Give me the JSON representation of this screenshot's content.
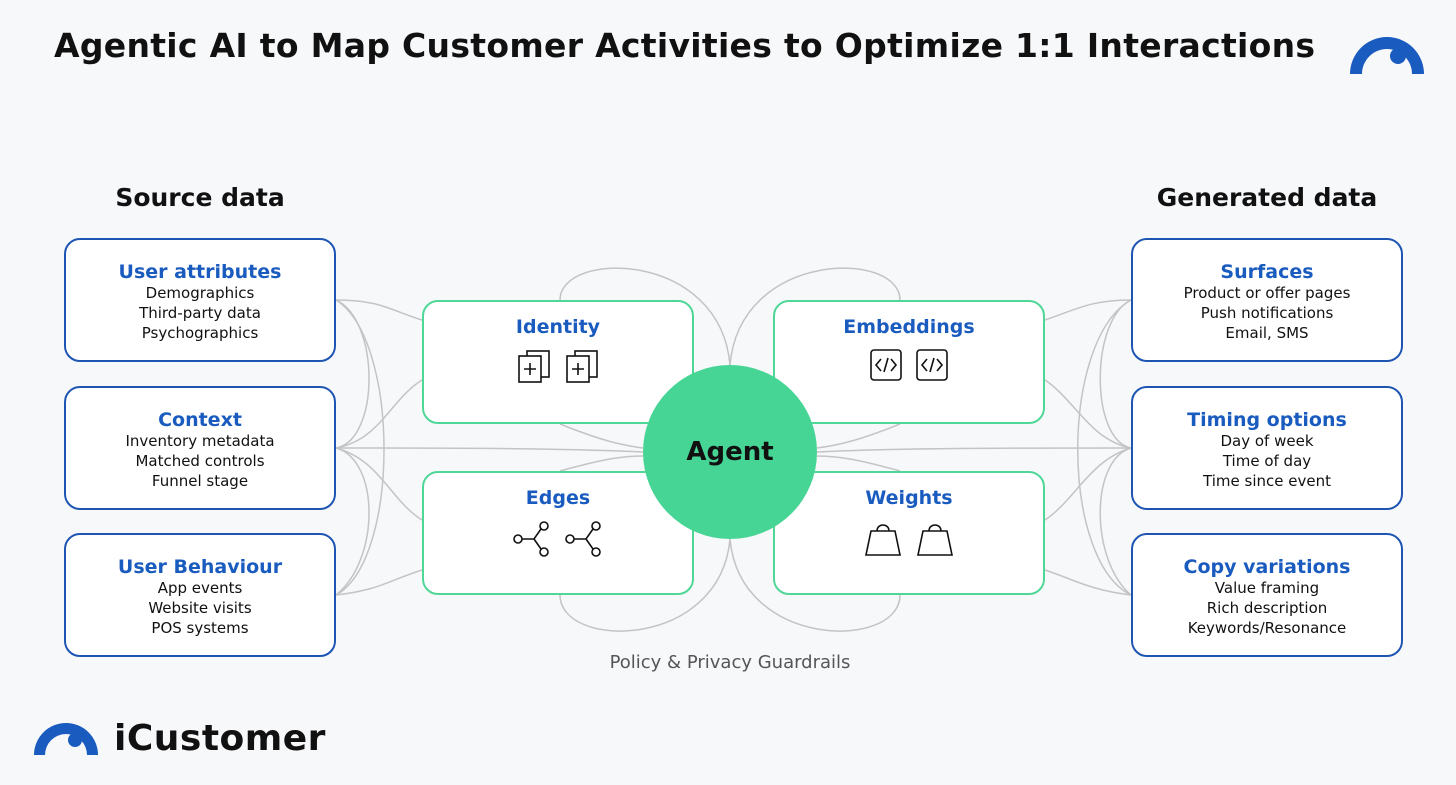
{
  "title": "Agentic AI to Map Customer Activities to Optimize 1:1 Interactions",
  "source": {
    "heading": "Source data",
    "cards": [
      {
        "title": "User attributes",
        "lines": [
          "Demographics",
          "Third-party data",
          "Psychographics"
        ]
      },
      {
        "title": "Context",
        "lines": [
          "Inventory metadata",
          "Matched controls",
          "Funnel stage"
        ]
      },
      {
        "title": "User Behaviour",
        "lines": [
          "App events",
          "Website visits",
          "POS systems"
        ]
      }
    ]
  },
  "generated": {
    "heading": "Generated data",
    "cards": [
      {
        "title": "Surfaces",
        "lines": [
          "Product or offer pages",
          "Push notifications",
          "Email, SMS"
        ]
      },
      {
        "title": "Timing options",
        "lines": [
          "Day of week",
          "Time of day",
          "Time since event"
        ]
      },
      {
        "title": "Copy variations",
        "lines": [
          "Value framing",
          "Rich description",
          "Keywords/Resonance"
        ]
      }
    ]
  },
  "nodes": {
    "identity": {
      "title": "Identity",
      "icon": "copy-plus-icon"
    },
    "embeddings": {
      "title": "Embeddings",
      "icon": "code-icon"
    },
    "edges": {
      "title": "Edges",
      "icon": "graph-edges-icon"
    },
    "weights": {
      "title": "Weights",
      "icon": "weight-icon"
    }
  },
  "agent": {
    "label": "Agent"
  },
  "guardrails": "Policy & Privacy Guardrails",
  "brand": {
    "name": "iCustomer",
    "logo_icon": "arc-logo-icon"
  },
  "colors": {
    "card_border": "#1e55b3",
    "card_title": "#1a5bbf",
    "node_border": "#4fd797",
    "agent_fill": "#46d594",
    "wire": "#c4c4c4"
  }
}
